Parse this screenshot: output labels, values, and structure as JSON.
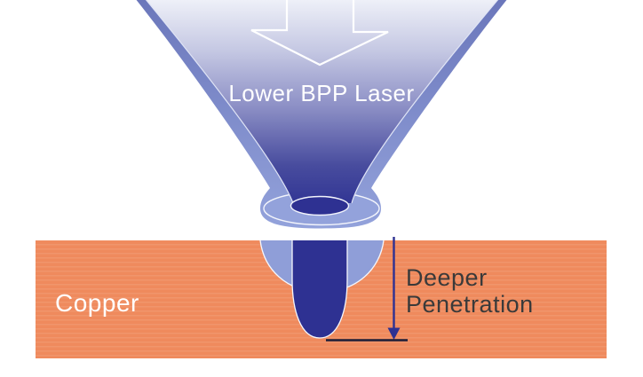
{
  "title": "Lower BPP laser copper welding diagram",
  "laser": {
    "label": "Lower BPP Laser",
    "label_color": "#ffffff",
    "arrow_color": "#ffffff",
    "cone_gradient_stops": [
      "#eef0f8",
      "#c3c6e2",
      "#8d90c6",
      "#484c9e",
      "#2d3192"
    ],
    "wall_gradient_stops": [
      "#6b77bb",
      "#93a2db"
    ],
    "nozzle_face_color": "#93a2db",
    "aperture_color": "#2e3192",
    "rim_line_color": "#f2f4fb",
    "inner_edge_line_color": "#dfe4f5"
  },
  "material": {
    "label": "Copper",
    "label_color": "#ffffff",
    "surface_color": "#ef8a5d",
    "stripe_color": "rgba(255,255,255,0.09)"
  },
  "weld": {
    "melt_pool_color": "#8f9ed8",
    "keyhole_color": "#2e3192",
    "outline_color": "#f4f6fc"
  },
  "annotation": {
    "line1": "Deeper",
    "line2": "Penetration",
    "text_color": "#3a3a3a",
    "arrow_color": "#2e3192",
    "datum_line_color": "#1c1c38"
  }
}
